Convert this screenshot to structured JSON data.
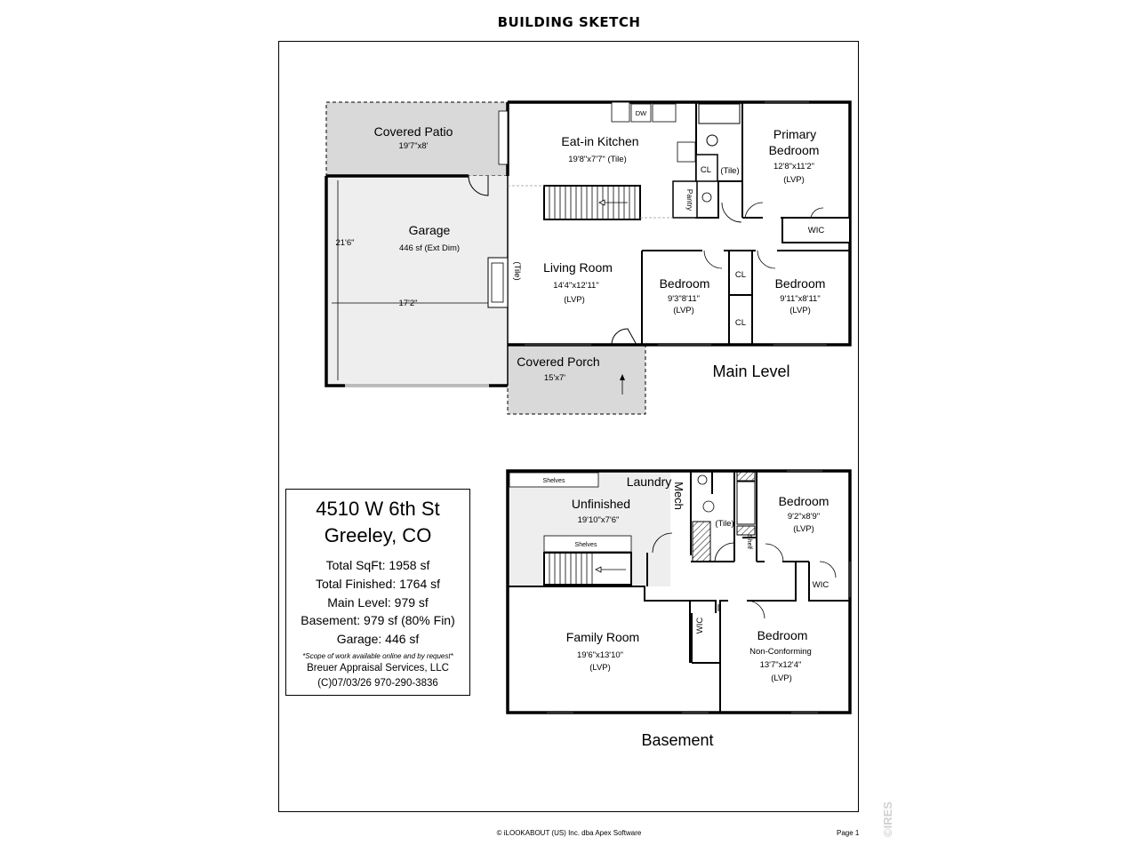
{
  "header": {
    "title": "BUILDING SKETCH"
  },
  "main_level": {
    "label": "Main Level",
    "rooms": {
      "covered_patio": {
        "name": "Covered Patio",
        "dims": "19'7\"x8'"
      },
      "garage": {
        "name": "Garage",
        "dims": "446 sf (Ext Dim)",
        "dim_vertical": "21'6\"",
        "dim_horizontal": "17'2\""
      },
      "kitchen": {
        "name": "Eat-in Kitchen",
        "dims": "19'8\"x7'7\" (Tile)",
        "dw": "DW",
        "pantry": "Pantry"
      },
      "bath": {
        "closet": "CL",
        "floor": "(Tile)"
      },
      "primary_bedroom": {
        "name_line1": "Primary",
        "name_line2": "Bedroom",
        "dims": "12'8\"x11'2\"",
        "floor": "(LVP)",
        "wic": "WIC"
      },
      "living_room": {
        "name": "Living Room",
        "dims": "14'4\"x12'11\"",
        "floor": "(LVP)",
        "hearth": "(Tile)"
      },
      "bedroom_left": {
        "name": "Bedroom",
        "dims": "9'3\"8'11\"",
        "floor": "(LVP)"
      },
      "bedroom_right": {
        "name": "Bedroom",
        "dims": "9'11\"x8'11\"",
        "floor": "(LVP)"
      },
      "closet_a": "CL",
      "closet_b": "CL",
      "covered_porch": {
        "name": "Covered Porch",
        "dims": "15'x7'"
      }
    }
  },
  "basement": {
    "label": "Basement",
    "rooms": {
      "shelves_top": "Shelves",
      "shelves_mid": "Shelves",
      "laundry": "Laundry",
      "mech": "Mech",
      "unfinished": {
        "name": "Unfinished",
        "dims": "19'10\"x7'6\""
      },
      "bath_floor": "(Tile)",
      "shelf": "Shelf",
      "bedroom_1": {
        "name": "Bedroom",
        "dims": "9'2\"x8'9\"",
        "floor": "(LVP)",
        "wic": "WIC"
      },
      "family_room": {
        "name": "Family Room",
        "dims": "19'6\"x13'10\"",
        "floor": "(LVP)"
      },
      "wic_left": "WIC",
      "bedroom_2": {
        "name": "Bedroom",
        "note": "Non-Conforming",
        "dims": "13'7\"x12'4\"",
        "floor": "(LVP)"
      }
    }
  },
  "info": {
    "address_line1": "4510 W 6th St",
    "address_line2": "Greeley, CO",
    "total_sqft": "Total SqFt: 1958 sf",
    "total_finished": "Total Finished: 1764 sf",
    "main_level": "Main Level: 979 sf",
    "basement": "Basement: 979 sf (80% Fin)",
    "garage": "Garage: 446 sf",
    "note": "*Scope of work available online and by request*",
    "company": "Breuer Appraisal Services, LLC",
    "contact": "(C)07/03/26  970-290-3836"
  },
  "footer": {
    "copyright": "© iLOOKABOUT (US) Inc. dba Apex Software",
    "page": "Page 1",
    "watermark": "©IRES"
  },
  "colors": {
    "shade": "#d9d9d9",
    "wall": "#000000"
  }
}
